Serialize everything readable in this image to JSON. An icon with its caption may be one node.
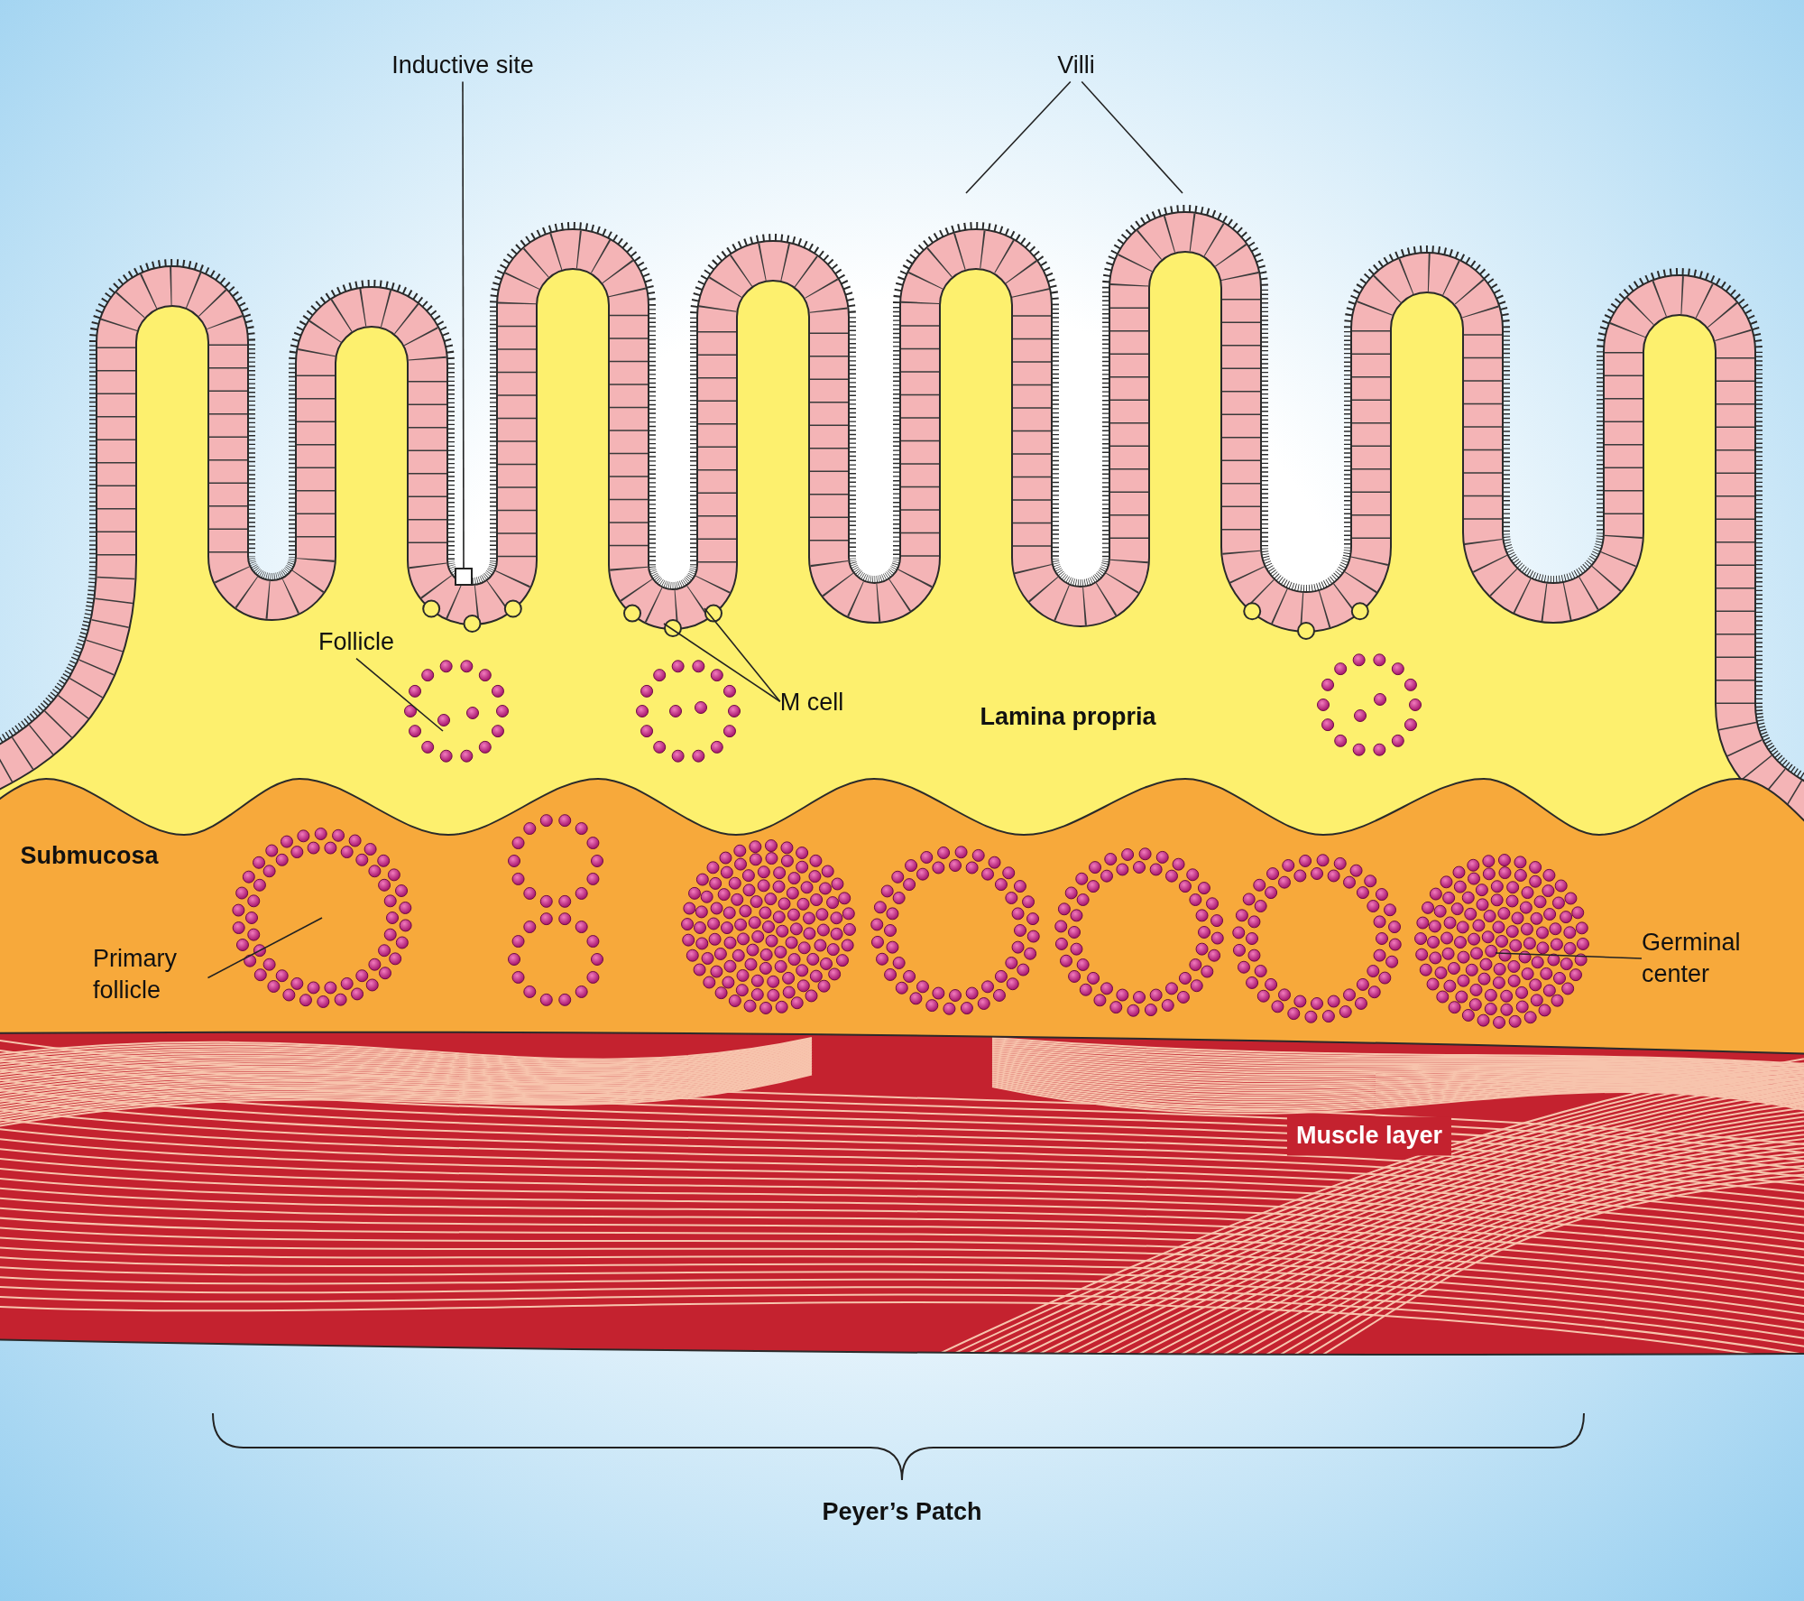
{
  "diagram": {
    "nodes": [
      {
        "text": [
          "Inductive site"
        ]
      },
      {
        "text": [],
        "shape": "box"
      },
      {
        "text": [
          "Villi"
        ]
      },
      {
        "text": [
          "Follicle"
        ]
      },
      {
        "text": [
          "M cell"
        ]
      },
      {
        "text": [
          "Primary follicle"
        ]
      },
      {
        "text": [
          "Germinal center"
        ]
      }
    ],
    "edges": [
      {
        "from": 0,
        "to": 1,
        "arrow": "none"
      },
      {
        "from": 2,
        "to": null,
        "arrow": "none"
      },
      {
        "from": 2,
        "to": null,
        "arrow": "none"
      },
      {
        "from": 3,
        "to": null,
        "arrow": "none"
      },
      {
        "from": 4,
        "to": null,
        "arrow": "none"
      },
      {
        "from": 4,
        "to": null,
        "arrow": "none"
      },
      {
        "from": 5,
        "to": null,
        "arrow": "none"
      },
      {
        "from": 6,
        "to": null,
        "arrow": "none"
      }
    ],
    "labels": [
      "Lamina propria",
      "Submucosa",
      "Muscle layer",
      "Peyer’s Patch"
    ]
  }
}
